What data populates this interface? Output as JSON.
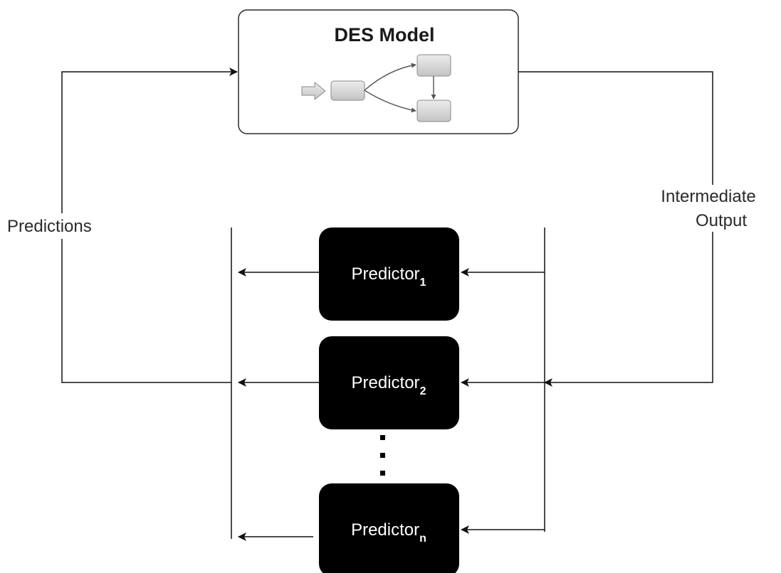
{
  "model": {
    "title": "DES Model"
  },
  "edges": {
    "predictions_label": "Predictions",
    "intermediate_label_line1": "Intermediate",
    "intermediate_label_line2": "Output"
  },
  "predictors": [
    {
      "name": "Predictor",
      "subscript": "1"
    },
    {
      "name": "Predictor",
      "subscript": "2"
    },
    {
      "name": "Predictor",
      "subscript": "n"
    }
  ],
  "ellipsis": "⋮",
  "colors": {
    "predictor_fill": "#000000",
    "predictor_text": "#ffffff",
    "model_border": "#2b2b2b",
    "mini_box_fill": "#d9d9d9",
    "mini_box_stroke": "#8a8a8a",
    "line": "#111111"
  }
}
